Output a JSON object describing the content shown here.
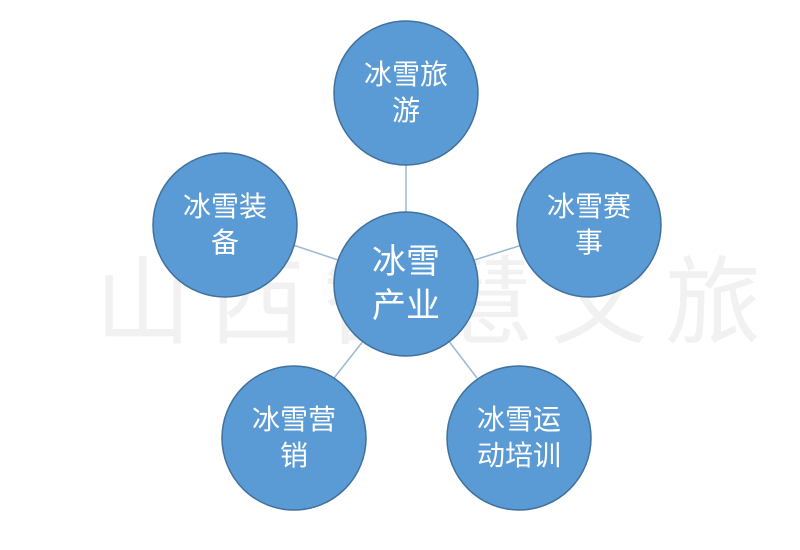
{
  "watermark": "山西智慧文旅",
  "center": {
    "line1": "冰雪",
    "line2": "产业"
  },
  "nodes": [
    {
      "line1": "冰雪旅",
      "line2": "游"
    },
    {
      "line1": "冰雪赛",
      "line2": "事"
    },
    {
      "line1": "冰雪运",
      "line2": "动培训"
    },
    {
      "line1": "冰雪营",
      "line2": "销"
    },
    {
      "line1": "冰雪装",
      "line2": "备"
    }
  ],
  "colors": {
    "node_fill": "#5b9bd5",
    "node_stroke": "#41719c",
    "connector": "#9db8d2",
    "text": "#ffffff"
  }
}
